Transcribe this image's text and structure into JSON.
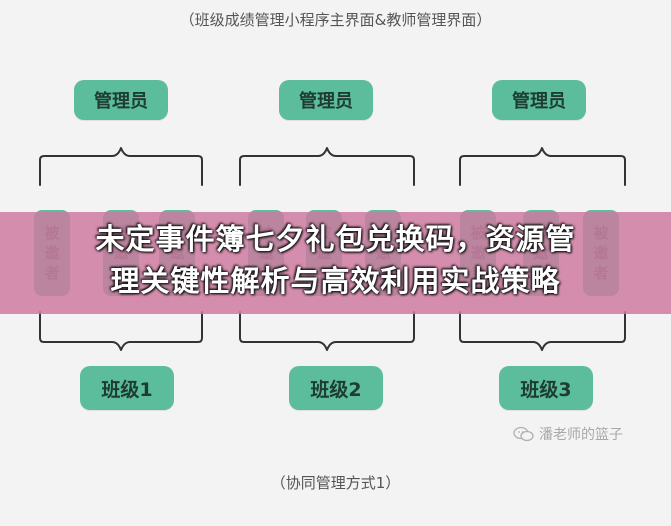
{
  "diagram": {
    "top_caption": "（班级成绩管理小程序主界面&教师管理界面）",
    "bottom_caption": "（协同管理方式1）",
    "groups": [
      {
        "admin_label": "管理员",
        "invitees": [
          {
            "chars": [
              "被",
              "邀",
              "者"
            ]
          },
          {
            "chars": [
              "被",
              "邀",
              "者"
            ]
          },
          {
            "chars": [
              "被",
              "邀",
              "者"
            ]
          }
        ],
        "class_label": "班级1"
      },
      {
        "admin_label": "管理员",
        "invitees": [
          {
            "chars": [
              "被",
              "邀",
              "者"
            ]
          },
          {
            "chars": [
              "被",
              "邀",
              "者"
            ]
          },
          {
            "chars": [
              "被",
              "邀",
              "者"
            ]
          }
        ],
        "class_label": "班级2"
      },
      {
        "admin_label": "管理员",
        "invitees": [
          {
            "chars": [
              "被",
              "邀",
              "者"
            ]
          },
          {
            "chars": [
              "被",
              "邀",
              "者"
            ]
          },
          {
            "chars": [
              "被",
              "邀",
              "者"
            ]
          }
        ],
        "class_label": "班级3"
      }
    ]
  },
  "banner": {
    "line1": "未定事件簿七夕礼包兑换码，资源管",
    "line2": "理关键性解析与高效利用实战策略",
    "color": "#ce7aa0"
  },
  "watermark": {
    "text": "潘老师的篮子",
    "icon": "wechat-icon"
  },
  "colors": {
    "box_fill": "#5bbd9c",
    "line": "#333333",
    "background": "#f3f3f3"
  }
}
